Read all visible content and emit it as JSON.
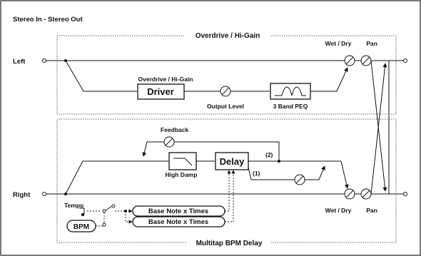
{
  "title": "Stereo In - Stereo Out",
  "inputs": {
    "left": "Left",
    "right": "Right"
  },
  "overdrive": {
    "section_title": "Overdrive / Hi-Gain",
    "driver_caption": "Overdrive / Hi-Gain",
    "driver": "Driver",
    "output_level": "Output Level",
    "peq": "3 Band PEQ"
  },
  "delay": {
    "section_title": "Multitap BPM Delay",
    "feedback": "Feedback",
    "high_damp": "High Damp",
    "delay": "Delay",
    "tap2": "(2)",
    "tap1": "(1)",
    "tempo": "Tempo",
    "bpm": "BPM",
    "base_note_1": "Base Note x Times",
    "base_note_2": "Base Note x Times"
  },
  "mix": {
    "wet_dry_top": "Wet / Dry",
    "pan_top": "Pan",
    "wet_dry_bottom": "Wet / Dry",
    "pan_bottom": "Pan"
  }
}
